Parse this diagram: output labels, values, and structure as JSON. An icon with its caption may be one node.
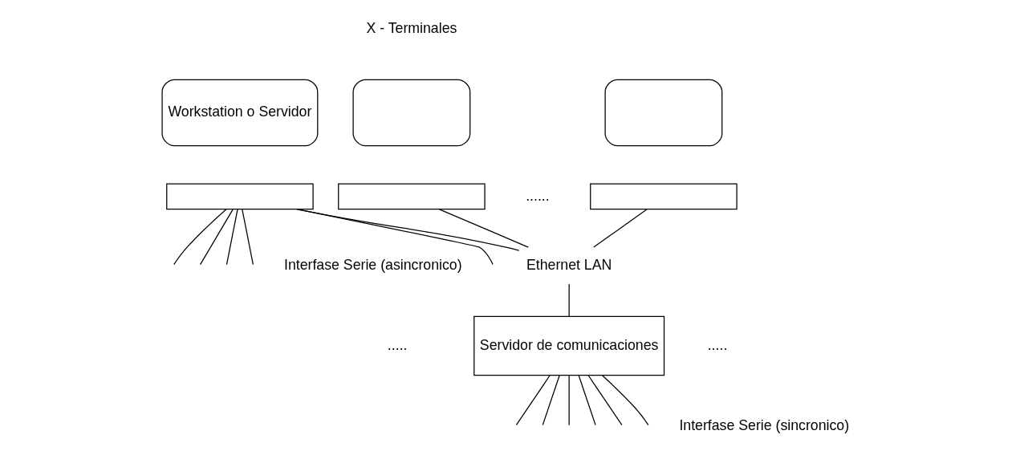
{
  "diagram": {
    "nodes": [
      {
        "text": [
          "Workstation o Servidor"
        ]
      },
      {
        "text": [],
        "shape": "box"
      },
      {
        "text": [],
        "shape": "box"
      },
      {
        "text": [],
        "shape": "box"
      },
      {
        "text": [],
        "shape": "box"
      },
      {
        "text": [],
        "shape": "box"
      },
      {
        "text": [
          "Ethernet LAN"
        ]
      },
      {
        "text": [
          "Servidor de comunicaciones"
        ]
      }
    ],
    "edges": [
      {
        "from": 1,
        "to": 6,
        "arrow": "none"
      },
      {
        "from": 3,
        "to": 6,
        "arrow": "none"
      },
      {
        "from": 5,
        "to": 6,
        "arrow": "none"
      },
      {
        "from": 6,
        "to": 7,
        "arrow": "none"
      },
      {
        "from": 1,
        "to": null,
        "arrow": "none"
      },
      {
        "from": 1,
        "to": null,
        "arrow": "none"
      },
      {
        "from": 1,
        "to": null,
        "arrow": "none"
      },
      {
        "from": 1,
        "to": null,
        "arrow": "none"
      },
      {
        "from": 1,
        "to": null,
        "arrow": "none"
      },
      {
        "from": 7,
        "to": null,
        "arrow": "none"
      },
      {
        "from": 7,
        "to": null,
        "arrow": "none"
      },
      {
        "from": 7,
        "to": null,
        "arrow": "none"
      },
      {
        "from": 7,
        "to": null,
        "arrow": "none"
      },
      {
        "from": 7,
        "to": null,
        "arrow": "none"
      },
      {
        "from": 7,
        "to": null,
        "arrow": "none"
      }
    ],
    "labels": [
      "X - Terminales",
      "......",
      ".....",
      "Interfase Serie (asincronico)",
      ".....",
      "Interfase Serie (sincronico)"
    ]
  }
}
